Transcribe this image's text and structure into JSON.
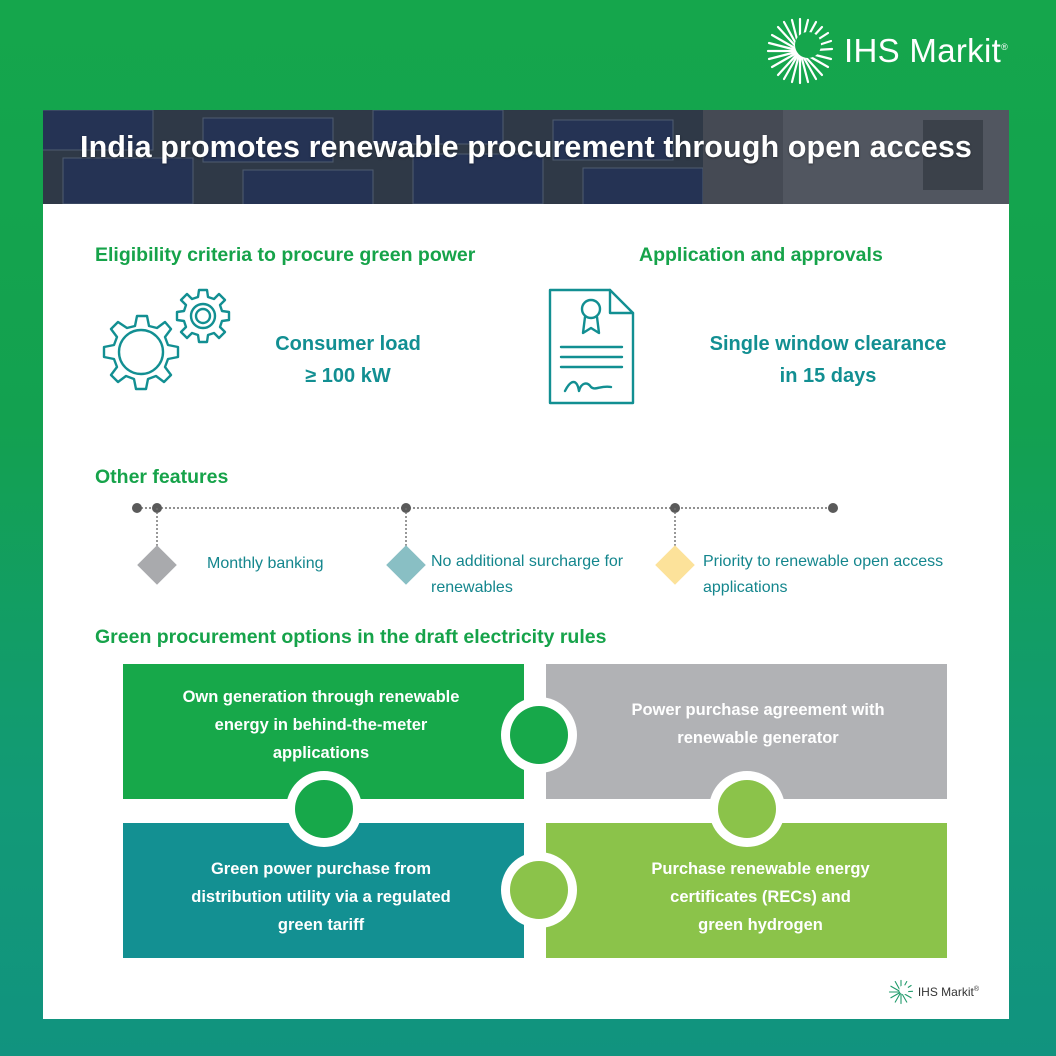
{
  "brand": {
    "name": "IHS Markit",
    "registered_mark": "®"
  },
  "title": "India promotes renewable procurement through open access",
  "eligibility": {
    "heading": "Eligibility criteria to procure green power",
    "line1": "Consumer load",
    "line2": "≥ 100 kW",
    "icon": "gears-icon"
  },
  "application": {
    "heading": "Application and approvals",
    "line1": "Single window clearance",
    "line2": "in 15 days",
    "icon": "certificate-document-icon"
  },
  "other_features": {
    "heading": "Other features",
    "items": [
      {
        "line1": "Monthly banking",
        "line2": "",
        "color": "#a9aaad"
      },
      {
        "line1": "No additional surcharge for",
        "line2": "renewables",
        "color": "#89bfc4"
      },
      {
        "line1": "Priority to renewable open access",
        "line2": "applications",
        "color": "#fce29a"
      }
    ]
  },
  "green_options": {
    "heading": "Green procurement options in the draft electricity rules",
    "tiles": [
      {
        "lines": [
          "Own generation through renewable",
          "energy in behind-the-meter",
          "applications"
        ],
        "color": "#17a84a"
      },
      {
        "lines": [
          "Power purchase agreement with",
          "renewable generator"
        ],
        "color": "#b1b2b5"
      },
      {
        "lines": [
          "Green power purchase from",
          "distribution utility via a regulated",
          "green tariff"
        ],
        "color": "#139092"
      },
      {
        "lines": [
          "Purchase renewable energy",
          "certificates (RECs) and",
          "green hydrogen"
        ],
        "color": "#8bc34a"
      }
    ]
  },
  "colors": {
    "green_accent": "#16a34a",
    "teal_text": "#128f92",
    "background_top": "#15a64c",
    "background_bottom": "#11937f"
  }
}
